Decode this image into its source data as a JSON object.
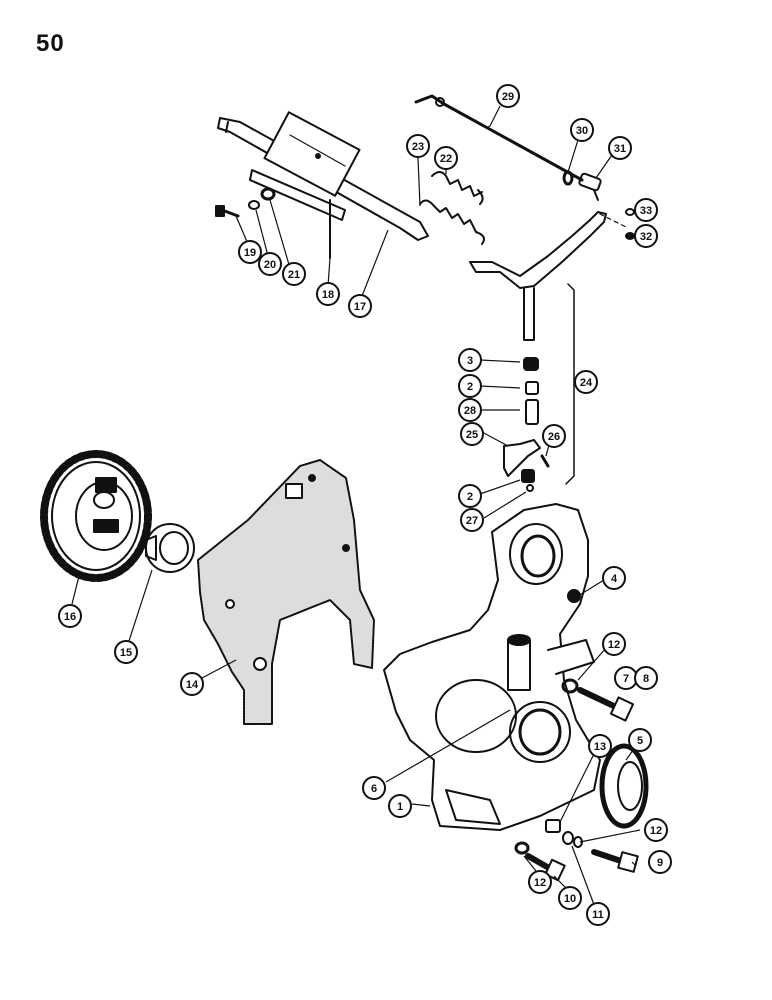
{
  "page_number": "50",
  "callouts": [
    {
      "id": "c29",
      "label": "29"
    },
    {
      "id": "c30",
      "label": "30"
    },
    {
      "id": "c31",
      "label": "31"
    },
    {
      "id": "c23",
      "label": "23"
    },
    {
      "id": "c22",
      "label": "22"
    },
    {
      "id": "c33",
      "label": "33"
    },
    {
      "id": "c32",
      "label": "32"
    },
    {
      "id": "c19",
      "label": "19"
    },
    {
      "id": "c20",
      "label": "20"
    },
    {
      "id": "c21",
      "label": "21"
    },
    {
      "id": "c18",
      "label": "18"
    },
    {
      "id": "c17",
      "label": "17"
    },
    {
      "id": "c3",
      "label": "3"
    },
    {
      "id": "c2a",
      "label": "2"
    },
    {
      "id": "c28",
      "label": "28"
    },
    {
      "id": "c25",
      "label": "25"
    },
    {
      "id": "c26",
      "label": "26"
    },
    {
      "id": "c2b",
      "label": "2"
    },
    {
      "id": "c27",
      "label": "27"
    },
    {
      "id": "c24",
      "label": "24"
    },
    {
      "id": "c4",
      "label": "4"
    },
    {
      "id": "c16",
      "label": "16"
    },
    {
      "id": "c15",
      "label": "15"
    },
    {
      "id": "c14",
      "label": "14"
    },
    {
      "id": "c12a",
      "label": "12"
    },
    {
      "id": "c7",
      "label": "7"
    },
    {
      "id": "c8",
      "label": "8"
    },
    {
      "id": "c5",
      "label": "5"
    },
    {
      "id": "c6",
      "label": "6"
    },
    {
      "id": "c1",
      "label": "1"
    },
    {
      "id": "c13",
      "label": "13"
    },
    {
      "id": "c12b",
      "label": "12"
    },
    {
      "id": "c9",
      "label": "9"
    },
    {
      "id": "c12c",
      "label": "12"
    },
    {
      "id": "c10",
      "label": "10"
    },
    {
      "id": "c11",
      "label": "11"
    }
  ]
}
